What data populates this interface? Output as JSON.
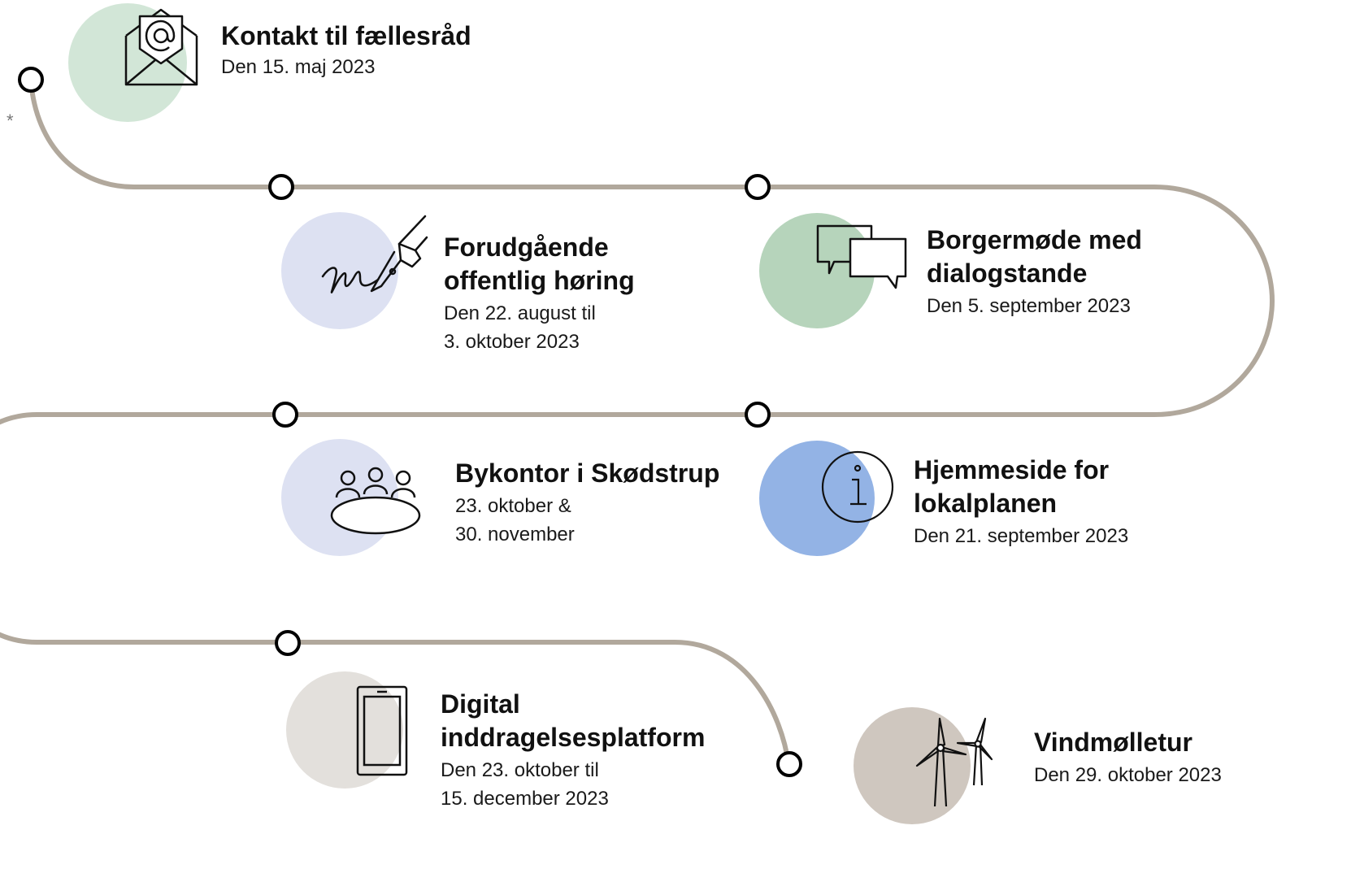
{
  "colors": {
    "path": "#b1a89c",
    "mint": "#d2e6d7",
    "lavender": "#dde1f2",
    "sage": "#b6d4bb",
    "blue": "#93b3e5",
    "sand": "#e3e0dc",
    "taupe": "#cfc7bf"
  },
  "marker": "*",
  "steps": [
    {
      "title": "Kontakt til fællesråd",
      "date_lines": [
        "Den 15. maj 2023"
      ],
      "icon": "envelope-at-icon"
    },
    {
      "title_lines": [
        "Forudgående",
        "offentlig høring"
      ],
      "date_lines": [
        "Den 22. august til",
        "3. oktober 2023"
      ],
      "icon": "fountain-pen-signature-icon"
    },
    {
      "title_lines": [
        "Borgermøde med",
        "dialogstande"
      ],
      "date_lines": [
        "Den 5. september 2023"
      ],
      "icon": "speech-bubbles-icon"
    },
    {
      "title": "Bykontor i Skødstrup",
      "date_lines": [
        "23. oktober &",
        "30. november"
      ],
      "icon": "meeting-table-icon"
    },
    {
      "title_lines": [
        "Hjemmeside for",
        "lokalplanen"
      ],
      "date_lines": [
        "Den 21. september 2023"
      ],
      "icon": "info-icon"
    },
    {
      "title_lines": [
        "Digital",
        "inddragelsesplatform"
      ],
      "date_lines": [
        "Den 23. oktober til",
        "15. december 2023"
      ],
      "icon": "tablet-icon"
    },
    {
      "title": "Vindmølletur",
      "date_lines": [
        "Den 29. oktober 2023"
      ],
      "icon": "wind-turbines-icon"
    }
  ]
}
